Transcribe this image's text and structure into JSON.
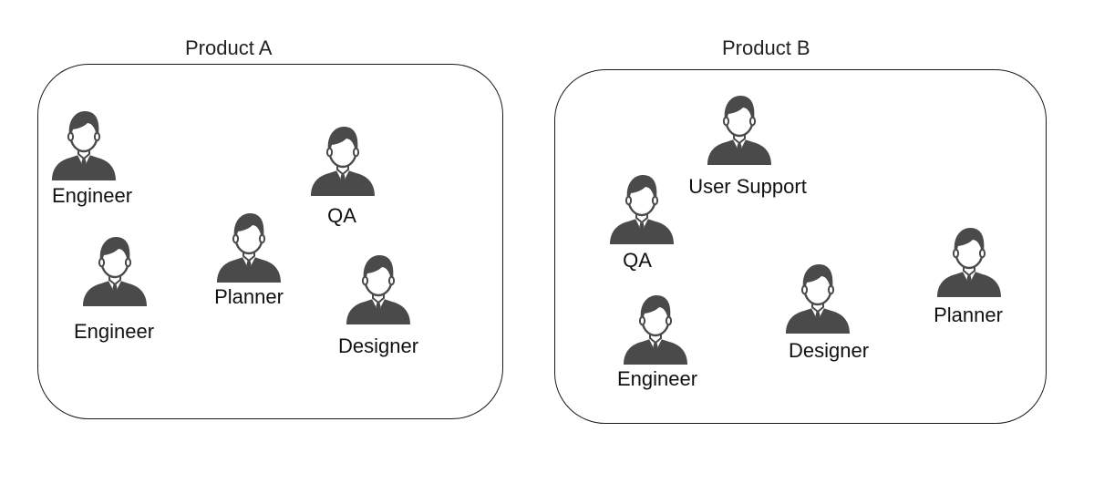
{
  "groups": [
    {
      "title": "Product A",
      "members": [
        {
          "role": "Engineer",
          "icon": "person-icon"
        },
        {
          "role": "Engineer",
          "icon": "person-icon"
        },
        {
          "role": "Planner",
          "icon": "person-icon"
        },
        {
          "role": "QA",
          "icon": "person-icon"
        },
        {
          "role": "Designer",
          "icon": "person-icon"
        }
      ]
    },
    {
      "title": "Product B",
      "members": [
        {
          "role": "User Support",
          "icon": "person-icon"
        },
        {
          "role": "QA",
          "icon": "person-icon"
        },
        {
          "role": "Engineer",
          "icon": "person-icon"
        },
        {
          "role": "Designer",
          "icon": "person-icon"
        },
        {
          "role": "Planner",
          "icon": "person-icon"
        }
      ]
    }
  ],
  "colors": {
    "icon": "#4a4a4a",
    "border": "#1a1a1a",
    "text": "#111111"
  }
}
